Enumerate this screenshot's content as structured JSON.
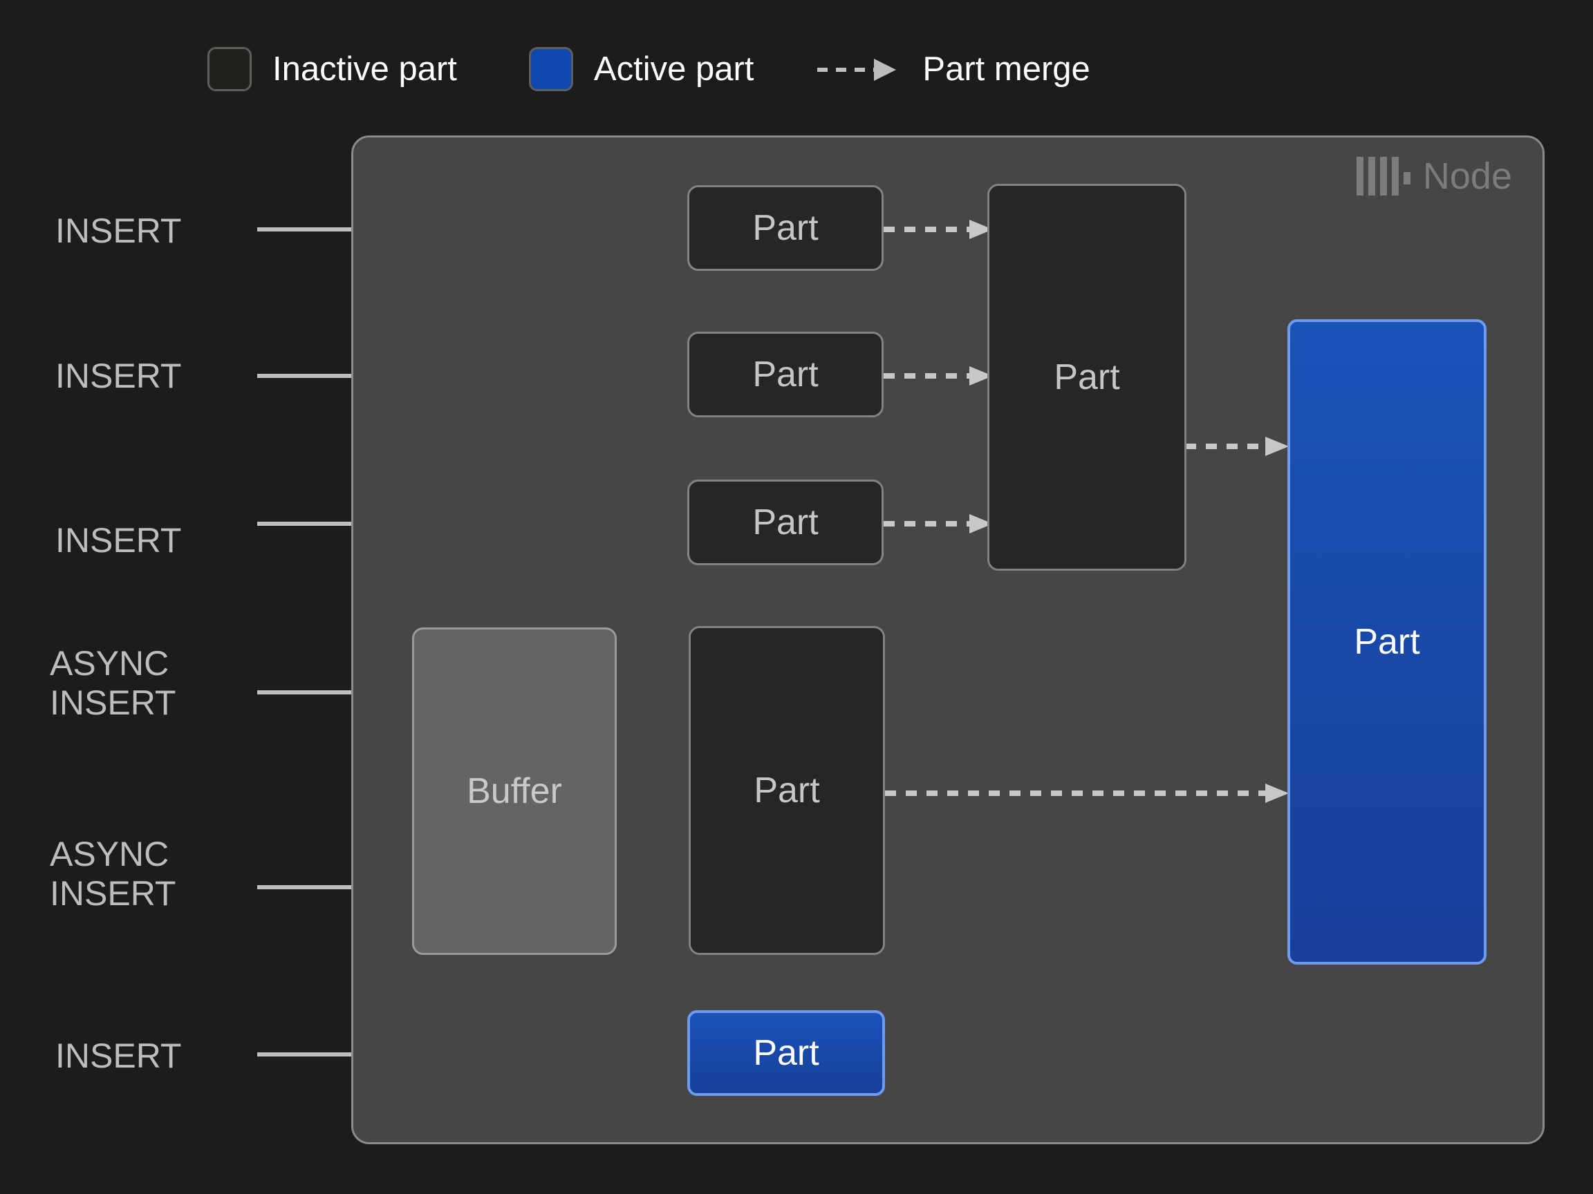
{
  "legend": {
    "items": [
      {
        "id": "inactive-part",
        "icon": "square-outline-icon",
        "label": "Inactive part",
        "color": "#1e211c"
      },
      {
        "id": "active-part",
        "icon": "square-filled-icon",
        "label": "Active part",
        "color": "#1347b0"
      },
      {
        "id": "part-merge",
        "icon": "dashed-arrow-icon",
        "label": "Part merge",
        "color": "#c8c8c8"
      }
    ]
  },
  "node": {
    "title": "Node",
    "logo_icon": "clickhouse-logo-icon",
    "panel_color": "#464646",
    "border_color": "#8a8a8a"
  },
  "sources": [
    {
      "id": "insert-1",
      "label": "INSERT"
    },
    {
      "id": "insert-2",
      "label": "INSERT"
    },
    {
      "id": "insert-3",
      "label": "INSERT"
    },
    {
      "id": "async-insert-1",
      "label": "ASYNC\nINSERT"
    },
    {
      "id": "async-insert-2",
      "label": "ASYNC\nINSERT"
    },
    {
      "id": "insert-4",
      "label": "INSERT"
    }
  ],
  "boxes": {
    "part_top_1": "Part",
    "part_top_2": "Part",
    "part_top_3": "Part",
    "part_merged": "Part",
    "buffer": "Buffer",
    "part_buffer_out": "Part",
    "part_final_active": "Part",
    "part_bottom_active": "Part"
  },
  "colors": {
    "background": "#1c1c1c",
    "inactive_fill": "#262626",
    "inactive_border": "#828282",
    "active_fill": "#1a4fb4",
    "active_border": "#6f9bef",
    "buffer_fill": "#646464",
    "buffer_border": "#9a9a9a",
    "arrow": "#bfbfbf",
    "merge_arrow": "#c8c8c8",
    "text_primary": "#ffffff",
    "text_muted": "#bdbdbd",
    "node_label": "#7c7c7c"
  }
}
